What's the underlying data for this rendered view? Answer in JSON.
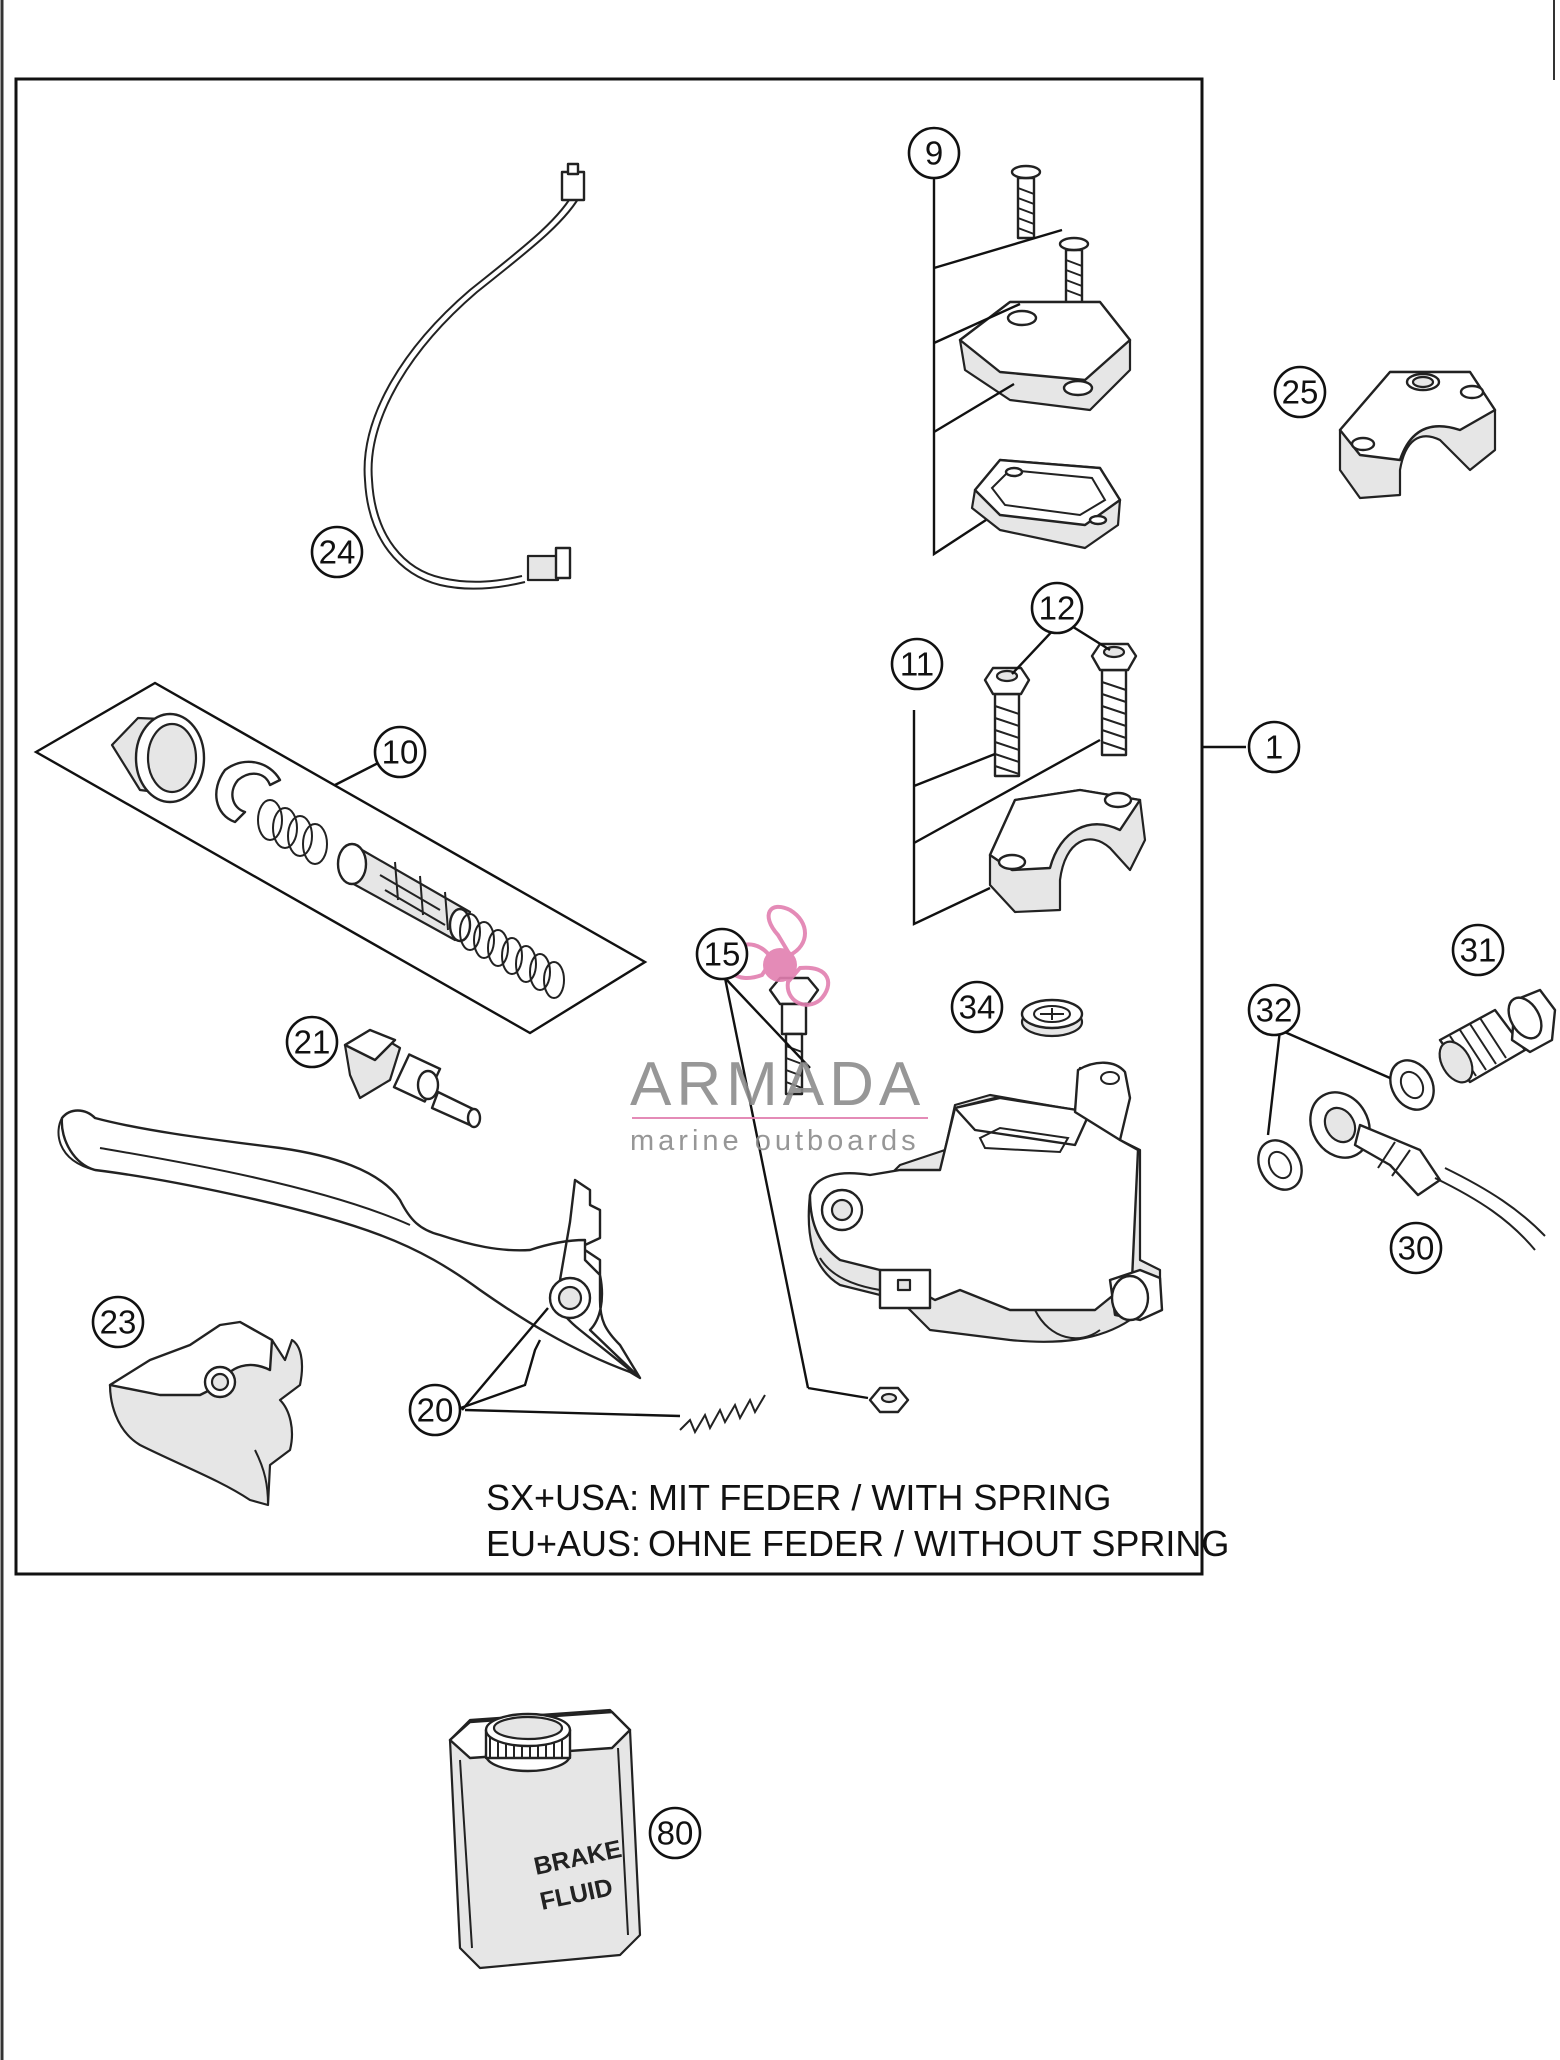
{
  "callouts": {
    "c1": "1",
    "c9": "9",
    "c10": "10",
    "c11": "11",
    "c12": "12",
    "c15": "15",
    "c20": "20",
    "c21": "21",
    "c23": "23",
    "c24": "24",
    "c25": "25",
    "c30": "30",
    "c31": "31",
    "c32": "32",
    "c34": "34",
    "c80": "80"
  },
  "notes": {
    "line1_variant": "SX+USA:",
    "line1_text": "MIT FEDER / WITH SPRING",
    "line2_variant": "EU+AUS:",
    "line2_text": "OHNE FEDER / WITHOUT SPRING"
  },
  "container_label": {
    "line1": "BRAKE",
    "line2": "FLUID"
  },
  "watermark": {
    "brand": "ARMADA",
    "tagline": "marine outboards",
    "accent_color": "#e27fb0",
    "text_color": "#8c8c8c"
  },
  "colors": {
    "line": "#222222",
    "background": "#ffffff"
  }
}
